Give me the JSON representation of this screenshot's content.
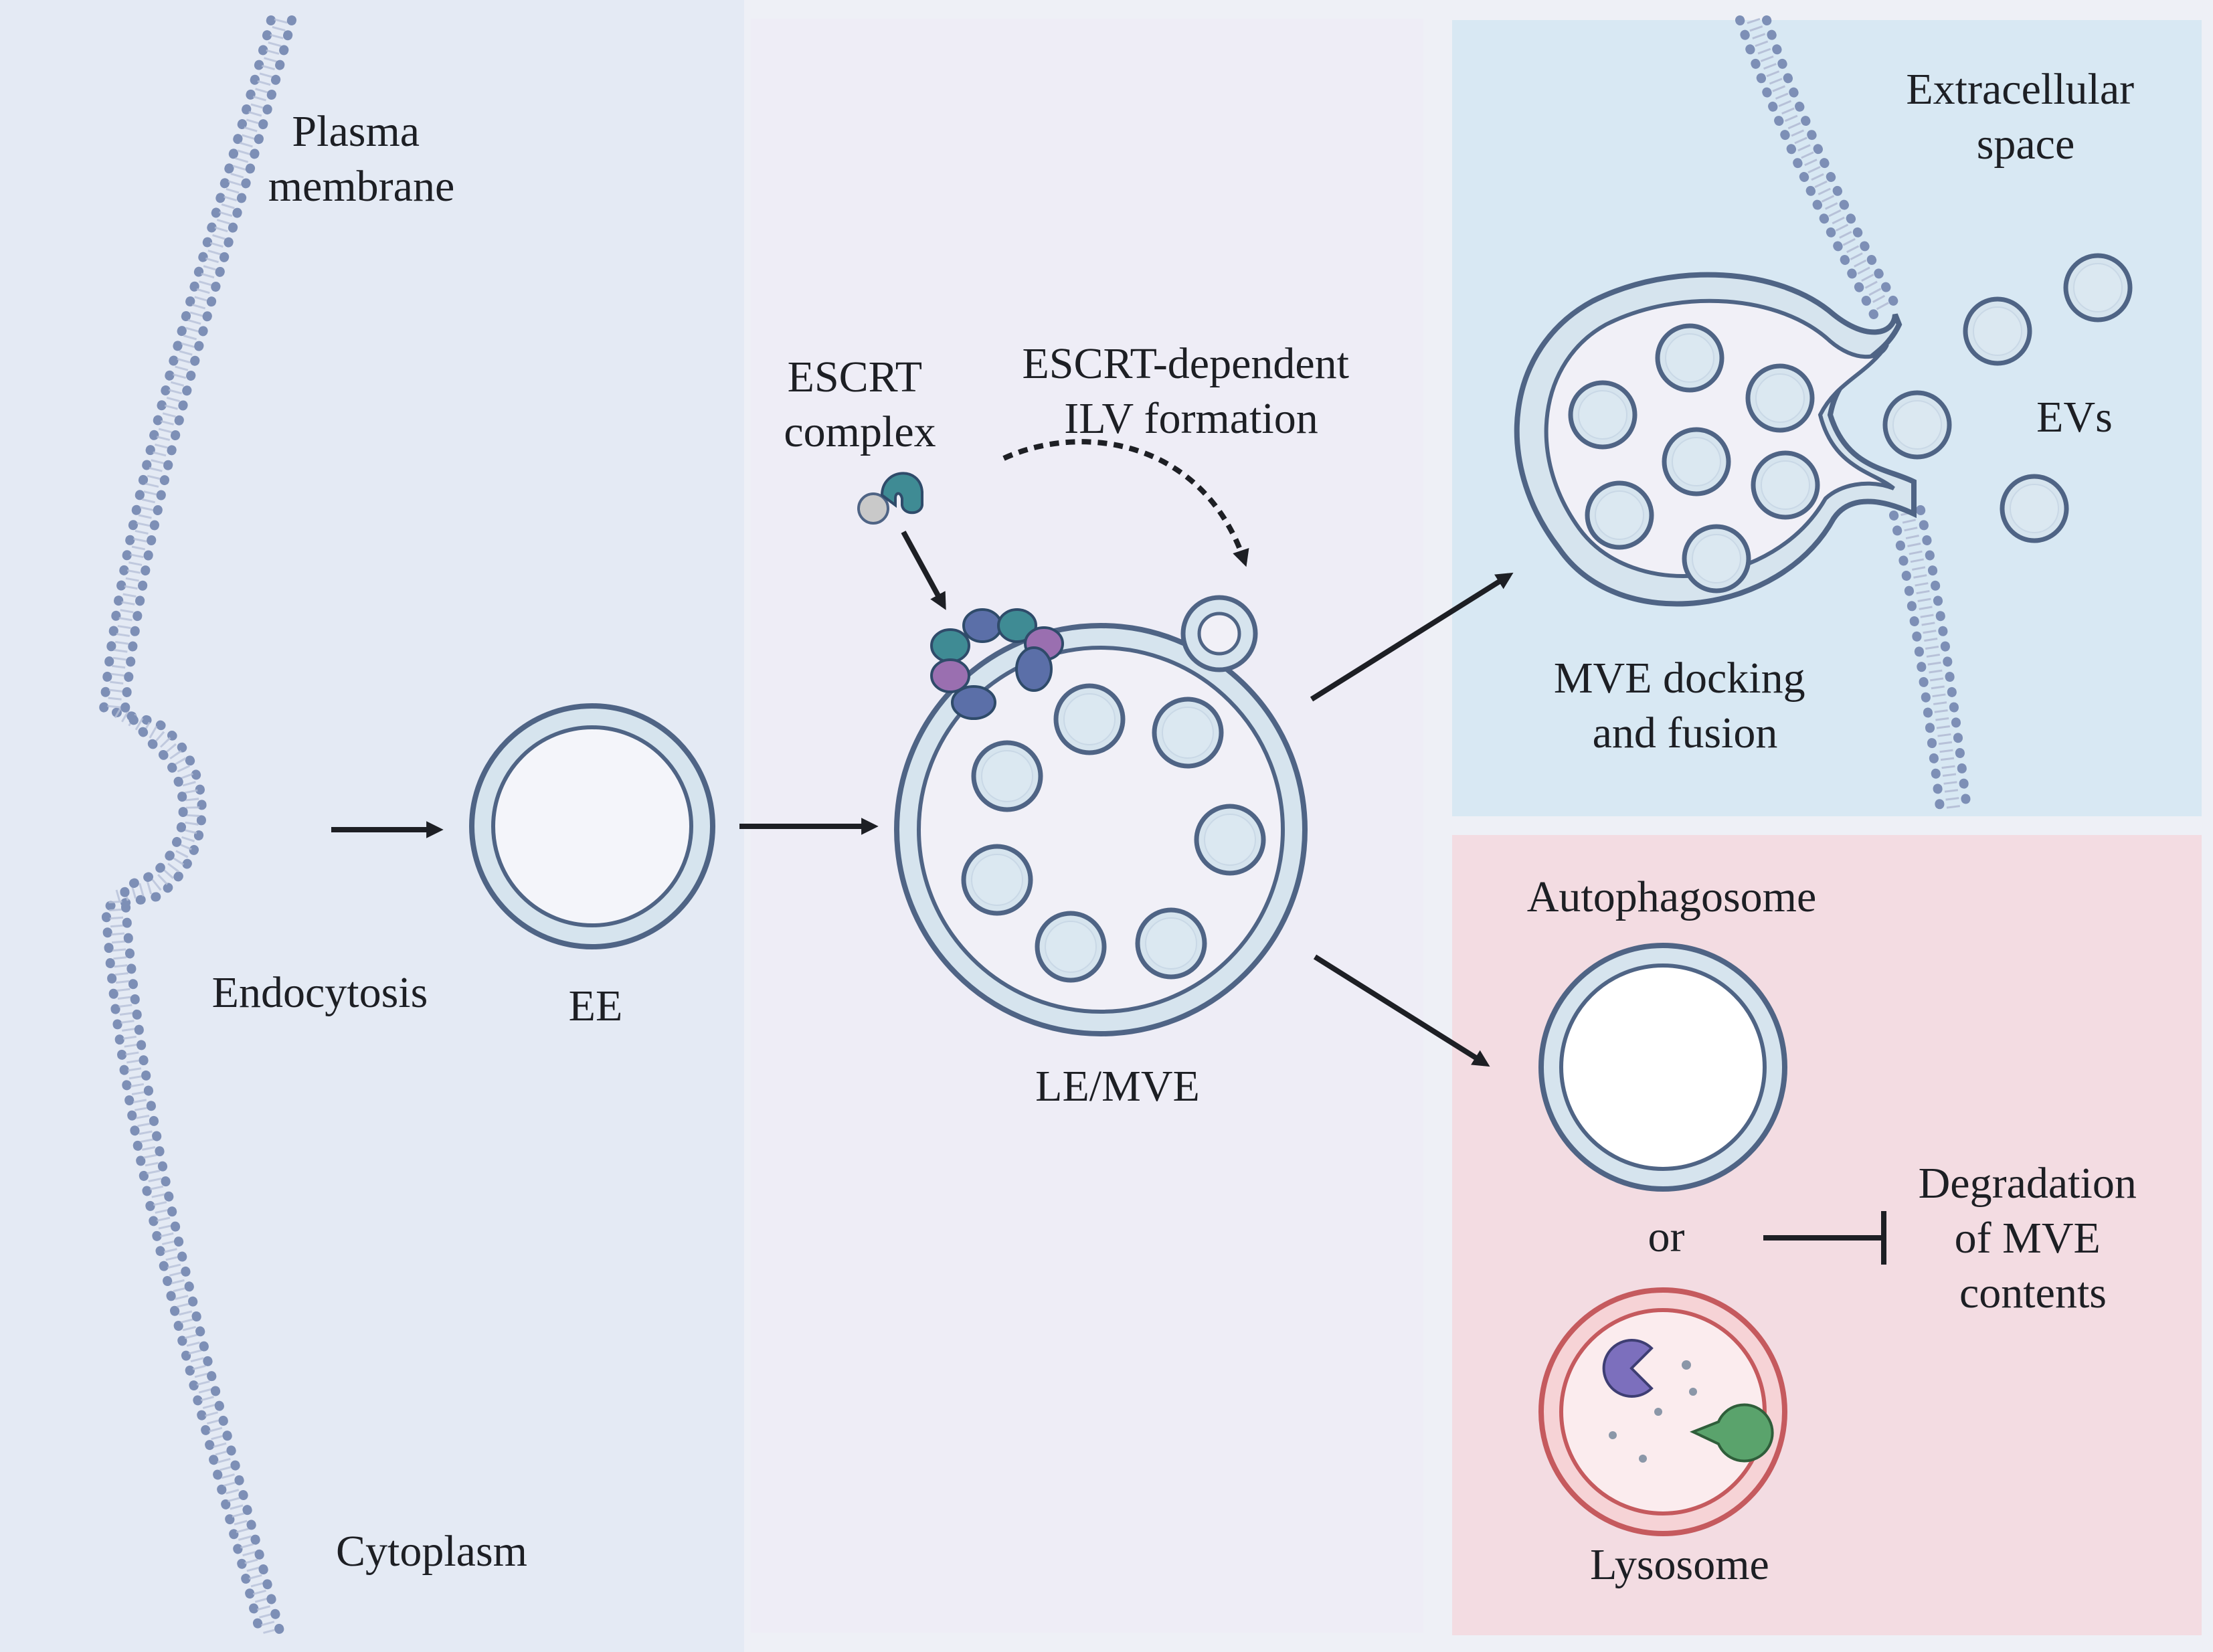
{
  "labels": {
    "plasma_membrane": [
      "Plasma",
      "membrane"
    ],
    "cytoplasm": "Cytoplasm",
    "endocytosis": "Endocytosis",
    "ee": "EE",
    "escrt_complex": [
      "ESCRT",
      "complex"
    ],
    "ilv_formation": [
      "ESCRT-dependent",
      "ILV formation"
    ],
    "le_mve": "LE/MVE",
    "extracellular_space": [
      "Extracellular",
      "space"
    ],
    "evs": "EVs",
    "mve_docking": [
      "MVE docking",
      "and fusion"
    ],
    "autophagosome": "Autophagosome",
    "or": "or",
    "degradation": [
      "Degradation",
      "of MVE",
      "contents"
    ],
    "lysosome": "Lysosome"
  },
  "colors": {
    "membrane": "#7d8fb6",
    "vesicle_stroke": "#4f6485",
    "vesicle_fill": "#d6e4ee",
    "panel_left": "#e4eaf4",
    "panel_mid": "#eeedf6",
    "panel_extracellular": "#d8e8f3",
    "panel_degradation": "#f3dce2",
    "lysosome_stroke": "#c55a5e",
    "escrt_teal": "#3f8b94",
    "escrt_purple": "#9a6fb0",
    "escrt_blue": "#5b6fa8",
    "enzyme_purple": "#7c6fbd",
    "enzyme_green": "#5aa36c"
  }
}
